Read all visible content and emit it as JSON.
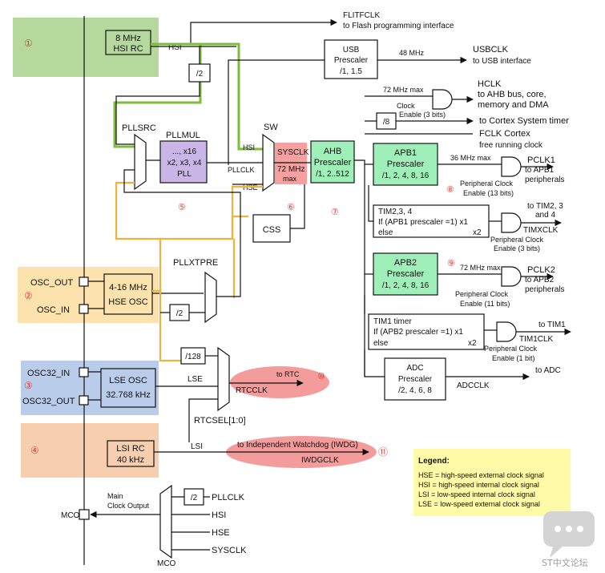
{
  "regions": {
    "r1": "①",
    "r2": "②",
    "r3": "③",
    "r4": "④",
    "c5": "⑤",
    "c6": "⑥",
    "c7": "⑦",
    "c8": "⑧",
    "c9": "⑨",
    "c10": "⑩",
    "c11": "⑪"
  },
  "hsi_rc": {
    "line1": "8 MHz",
    "line2": "HSI RC",
    "out": "HSI"
  },
  "flitf": {
    "line1": "FLITFCLK",
    "line2": "to Flash programming interface"
  },
  "usb": {
    "line1": "USB",
    "line2": "Prescaler",
    "line3": "/1, 1.5",
    "freq": "48 MHz",
    "out1": "USBCLK",
    "out2": "to USB interface"
  },
  "div2_hsi": "/2",
  "pllsrc": "PLLSRC",
  "pllmul": {
    "title": "PLLMUL",
    "line1": "..., x16",
    "line2": "x2, x3, x4",
    "line3": "PLL"
  },
  "sw": {
    "title": "SW",
    "in_hsi": "HSI",
    "in_pll": "PLLCLK",
    "in_hse": "HSE"
  },
  "sysclk": {
    "label": "SYSCLK",
    "freq1": "72 MHz",
    "freq2": "max"
  },
  "ahb": {
    "line1": "AHB",
    "line2": "Prescaler",
    "line3": "/1, 2..512"
  },
  "css": "CSS",
  "hclk": {
    "max": "72 MHz max",
    "title": "HCLK",
    "desc1": "to AHB bus, core,",
    "desc2": "memory and DMA",
    "gate1": "Clock",
    "gate2": "Enable (3 bits)"
  },
  "div8": "/8",
  "cortex_sys": "to Cortex System timer",
  "fclk": {
    "line1": "FCLK Cortex",
    "line2": "free running clock"
  },
  "apb1": {
    "line1": "APB1",
    "line2": "Prescaler",
    "line3": "/1, 2, 4, 8, 16",
    "max": "36 MHz max",
    "out1": "PCLK1",
    "out2": "to APB1",
    "out3": "peripherals",
    "gate1": "Peripheral Clock",
    "gate2": "Enable (13 bits)"
  },
  "tim234": {
    "line1": "TIM2,3, 4",
    "line2": "If (APB1 prescaler =1) x1",
    "line3": "else",
    "line4": "x2",
    "out1": "to TIM2, 3",
    "out2": "and 4",
    "out3": "TIMXCLK",
    "gate1": "Peripheral Clock",
    "gate2": "Enable (3 bits)"
  },
  "apb2": {
    "line1": "APB2",
    "line2": "Prescaler",
    "line3": "/1, 2, 4, 8, 16",
    "max": "72 MHz max",
    "out1": "PCLK2",
    "out2": "to APB2",
    "out3": "peripherals",
    "gate1": "Peripheral Clock",
    "gate2": "Enable (11 bits)"
  },
  "tim1": {
    "line1": "TIM1 timer",
    "line2": "If (APB2 prescaler =1) x1",
    "line3": "else",
    "line4": "x2",
    "out1": "to TIM1",
    "out2": "TIM1CLK",
    "gate1": "Peripheral Clock",
    "gate2": "Enable (1 bit)"
  },
  "adc": {
    "line1": "ADC",
    "line2": "Prescaler",
    "line3": "/2, 4, 6, 8",
    "out1": "to ADC",
    "out2": "ADCCLK"
  },
  "hse": {
    "pin_out": "OSC_OUT",
    "pin_in": "OSC_IN",
    "line1": "4-16 MHz",
    "line2": "HSE OSC"
  },
  "pllxtpre": "PLLXTPRE",
  "div2_hse": "/2",
  "div128": "/128",
  "lse": {
    "pin_in": "OSC32_IN",
    "pin_out": "OSC32_OUT",
    "line1": "LSE OSC",
    "line2": "32.768 kHz",
    "out": "LSE"
  },
  "rtc": {
    "to": "to RTC",
    "out": "RTCCLK",
    "sel": "RTCSEL[1:0]"
  },
  "lsi": {
    "line1": "LSI RC",
    "line2": "40 kHz",
    "out": "LSI",
    "to": "to Independent Watchdog (IWDG)",
    "iwdg": "IWDGCLK"
  },
  "mco": {
    "title1": "Main",
    "title2": "Clock Output",
    "pin": "MCO",
    "mux": "MCO",
    "div2": "/2",
    "in1": "PLLCLK",
    "in2": "HSI",
    "in3": "HSE",
    "in4": "SYSCLK"
  },
  "legend": {
    "title": "Legend:",
    "l1": "HSE = high-speed external clock signal",
    "l2": "HSI = high-speed internal clock signal",
    "l3": "LSI = low-speed internal clock signal",
    "l4": "LSE = low-speed external clock signal"
  },
  "watermark": "ST中文论坛",
  "colors": {
    "green": "#b5d99c",
    "orange": "#fce3ad",
    "blue": "#b9cdea",
    "salmon": "#f8cfae",
    "mint": "#9ff0b8",
    "purple": "#c9b6e6",
    "red_oval": "#f28a8a",
    "legend_bg": "#fffaa8"
  }
}
